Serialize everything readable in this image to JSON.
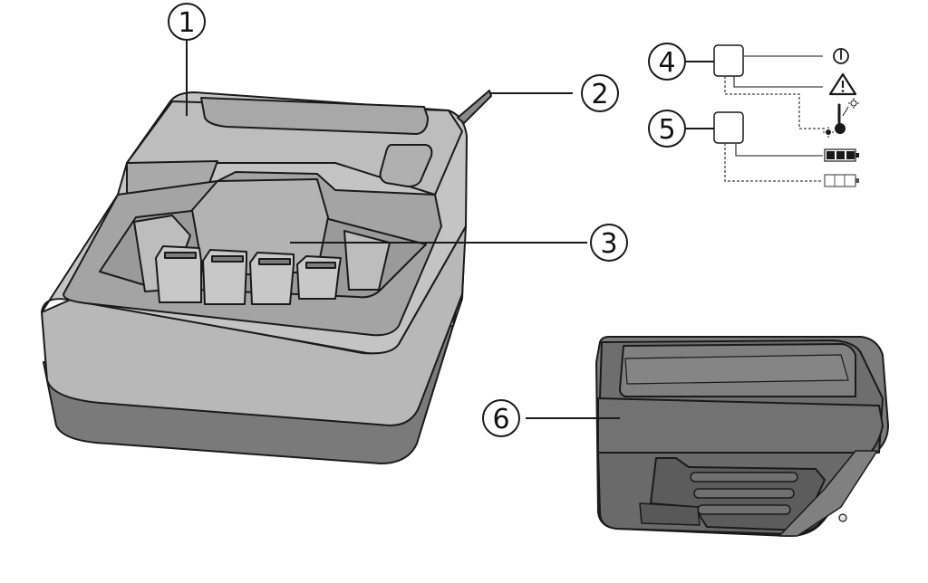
{
  "figure": {
    "colors": {
      "body_light": "#c4c4c4",
      "body_mid": "#b0b0b0",
      "body_dark": "#8a8a8a",
      "body_darker": "#6f6f6f",
      "outline": "#1a1a1a",
      "indicator_bg": "#ffffff"
    }
  },
  "callouts": [
    {
      "id": "1",
      "label": "1",
      "target": "charger-housing"
    },
    {
      "id": "2",
      "label": "2",
      "target": "power-cable"
    },
    {
      "id": "3",
      "label": "3",
      "target": "battery-slot"
    },
    {
      "id": "4",
      "label": "4",
      "target": "status-indicator-power"
    },
    {
      "id": "5",
      "label": "5",
      "target": "status-indicator-charge"
    },
    {
      "id": "6",
      "label": "6",
      "target": "battery-pack"
    }
  ],
  "legend": {
    "indicator_4_icons": [
      "power-symbol-icon",
      "warning-triangle-icon",
      "temperature-icon"
    ],
    "indicator_5_icons": [
      "battery-full-icon",
      "battery-empty-icon"
    ]
  }
}
